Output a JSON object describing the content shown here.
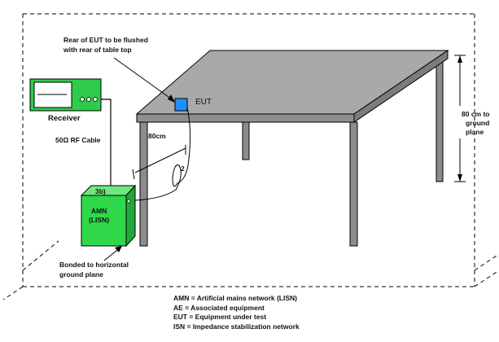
{
  "labels": {
    "rear_note_line1": "Rear of EUT to be flushed",
    "rear_note_line2": "with rear of table top",
    "eut": "EUT",
    "receiver": "Receiver",
    "rf_cable": "50Ω RF Cable",
    "distance_80cm": "80cm",
    "cable_bundle_number": "2",
    "amn_box_label": "3b)",
    "amn_line1": "AMN",
    "amn_line2": "(LISN)",
    "bonded_line1": "Bonded to horizontal",
    "bonded_line2": "ground plane",
    "height_line1": "80 cm to",
    "height_line2": "ground",
    "height_line3": "plane"
  },
  "legend": [
    "AMN = Artificial mains network (LISN)",
    "AE = Associated equipment",
    "EUT = Equipment under test",
    "ISN = Impedance stabilization network"
  ],
  "colors": {
    "receiver_body": "#2ecc4a",
    "receiver_screen": "#ffffff",
    "amn_front": "#2fd84a",
    "amn_top": "#6ee87f",
    "amn_side": "#22a83a",
    "eut": "#1e90ff",
    "table_top": "#a9a9a9",
    "table_leg": "#8c8c8c",
    "outline": "#000000"
  }
}
